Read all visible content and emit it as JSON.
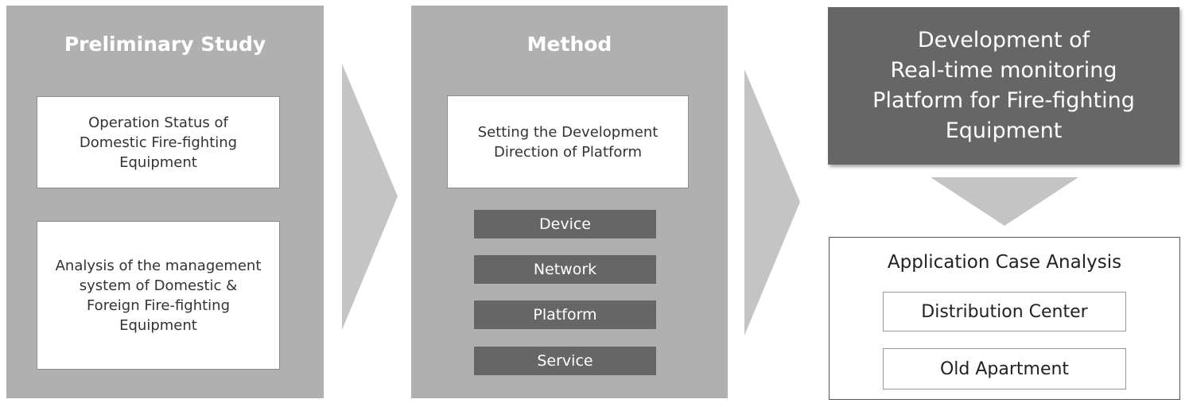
{
  "preliminary": {
    "title": "Preliminary Study",
    "boxes": [
      "Operation Status of\nDomestic Fire-fighting\nEquipment",
      "Analysis of the management\nsystem of Domestic &\nForeign Fire-fighting\nEquipment"
    ]
  },
  "method": {
    "title": "Method",
    "box": "Setting the Development\nDirection of Platform",
    "bars": [
      "Device",
      "Network",
      "Platform",
      "Service"
    ]
  },
  "development": {
    "title": "Development of\nReal-time monitoring\nPlatform for Fire-fighting\nEquipment"
  },
  "application": {
    "title": "Application Case Analysis",
    "items": [
      "Distribution Center",
      "Old Apartment"
    ]
  },
  "colors": {
    "panel": "#b0b0b0",
    "dark_box": "#666666",
    "arrow": "#c4c4c4"
  }
}
